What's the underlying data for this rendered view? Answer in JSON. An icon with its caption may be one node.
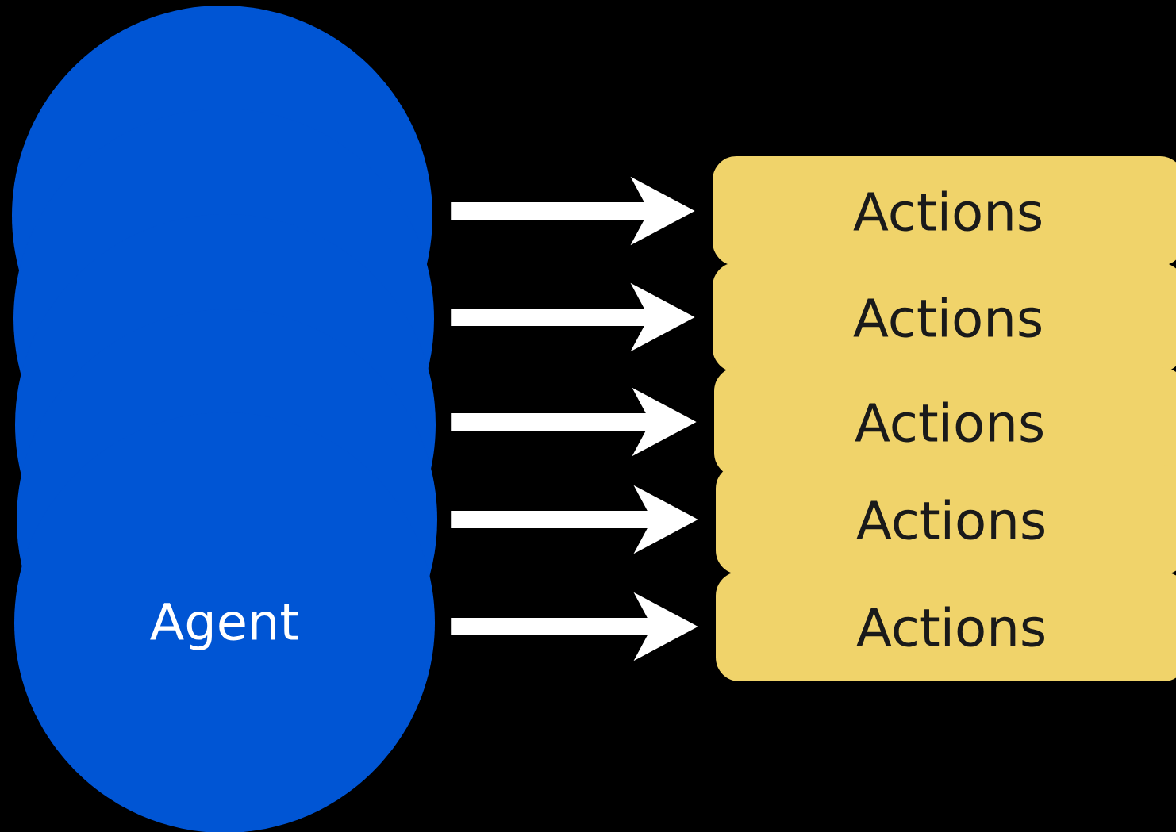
{
  "diagram": {
    "nodes": [
      {
        "text": [
          "Agent"
        ]
      },
      {
        "text": [
          "Actions"
        ]
      },
      {
        "text": [
          "Actions"
        ]
      },
      {
        "text": [
          "Actions"
        ]
      },
      {
        "text": [
          "Actions"
        ]
      },
      {
        "text": [
          "Actions"
        ]
      }
    ],
    "edges": [
      {
        "from": 0,
        "to": 1,
        "arrow": "to"
      },
      {
        "from": 0,
        "to": 2,
        "arrow": "to"
      },
      {
        "from": 0,
        "to": 3,
        "arrow": "to"
      },
      {
        "from": 0,
        "to": 4,
        "arrow": "to"
      },
      {
        "from": 0,
        "to": 5,
        "arrow": "to"
      }
    ]
  }
}
